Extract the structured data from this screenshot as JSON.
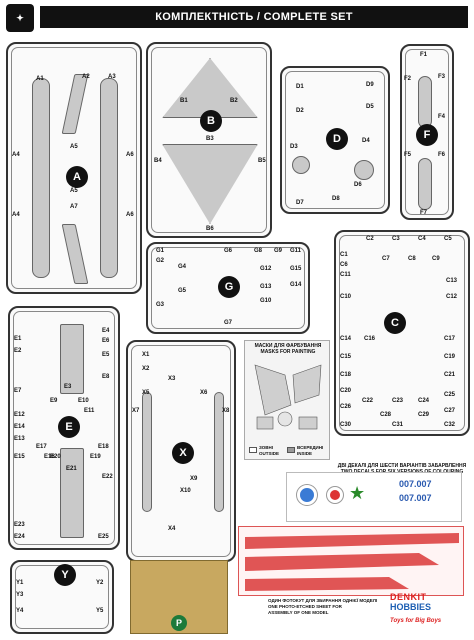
{
  "header": {
    "title": "КОМПЛЕКТНІСТЬ / COMPLETE SET",
    "logo_icon": "brand-emblem-icon"
  },
  "sprues": [
    {
      "id": "A",
      "labels": [
        "A1",
        "A2",
        "A3",
        "A4",
        "A5",
        "A6",
        "A7",
        "A4",
        "A5",
        "A6"
      ]
    },
    {
      "id": "B",
      "labels": [
        "B1",
        "B2",
        "B3",
        "B4",
        "B5",
        "B6"
      ]
    },
    {
      "id": "D",
      "labels": [
        "D1",
        "D2",
        "D3",
        "D4",
        "D5",
        "D6",
        "D7",
        "D8",
        "D9"
      ]
    },
    {
      "id": "F",
      "labels": [
        "F1",
        "F2",
        "F3",
        "F4",
        "F5",
        "F6",
        "F7"
      ]
    },
    {
      "id": "G",
      "labels": [
        "G1",
        "G2",
        "G3",
        "G4",
        "G5",
        "G6",
        "G7",
        "G8",
        "G9",
        "G10",
        "G11",
        "G12",
        "G13",
        "G14",
        "G15"
      ]
    },
    {
      "id": "C",
      "labels": [
        "C1",
        "C2",
        "C3",
        "C4",
        "C5",
        "C6",
        "C7",
        "C8",
        "C9",
        "C10",
        "C11",
        "C12",
        "C13",
        "C14",
        "C15",
        "C16",
        "C17",
        "C18",
        "C19",
        "C20",
        "C21",
        "C22",
        "C23",
        "C24",
        "C25",
        "C26",
        "C27",
        "C28",
        "C29",
        "C30",
        "C31",
        "C32"
      ]
    },
    {
      "id": "E",
      "labels": [
        "E1",
        "E2",
        "E3",
        "E4",
        "E5",
        "E6",
        "E7",
        "E8",
        "E9",
        "E10",
        "E11",
        "E12",
        "E13",
        "E14",
        "E15",
        "E16",
        "E17",
        "E18",
        "E19",
        "E20",
        "E21",
        "E22",
        "E23",
        "E24",
        "E25"
      ]
    },
    {
      "id": "X",
      "labels": [
        "X1",
        "X2",
        "X3",
        "X4",
        "X5",
        "X6",
        "X7",
        "X8",
        "X9",
        "X10"
      ]
    },
    {
      "id": "Y",
      "labels": [
        "Y1",
        "Y2",
        "Y3",
        "Y4",
        "Y5"
      ]
    }
  ],
  "masks": {
    "title_ua": "МАСКИ ДЛЯ ФАРБУВАННЯ",
    "title_en": "MASKS FOR PAINTING",
    "legend_outside_ua": "ЗОВНІ",
    "legend_outside_en": "OUTSIDE",
    "legend_inside_ua": "ВСЕРЕДИНІ",
    "legend_inside_en": "INSIDE"
  },
  "decals": {
    "title_ua": "ДВІ ДЕКАЛІ ДЛЯ ШЕСТИ ВАРІАНТІВ ЗАБАРВЛЕННЯ",
    "title_en": "TWO DECALS FOR SIX VERSIONS OF COLOURING",
    "serials": [
      "007.007",
      "007.007"
    ]
  },
  "photoetch": {
    "note_ua": "ОДИН ФОТОКУТ ДЛЯ ЗБИРАННЯ ОДНІЄЇ МОДЕЛІ",
    "note_en_1": "ONE PHOTO-ETCHED SHEET FOR",
    "note_en_2": "ASSEMBLY OF ONE MODEL",
    "badge": "P"
  },
  "brand": {
    "name_top": "DENKIT",
    "name_bottom": "HOBBIES",
    "tagline": "Toys for Big Boys"
  },
  "colors": {
    "accent_red": "#d22222",
    "accent_blue": "#1d5fb3",
    "pe_gold": "#c8a860"
  }
}
